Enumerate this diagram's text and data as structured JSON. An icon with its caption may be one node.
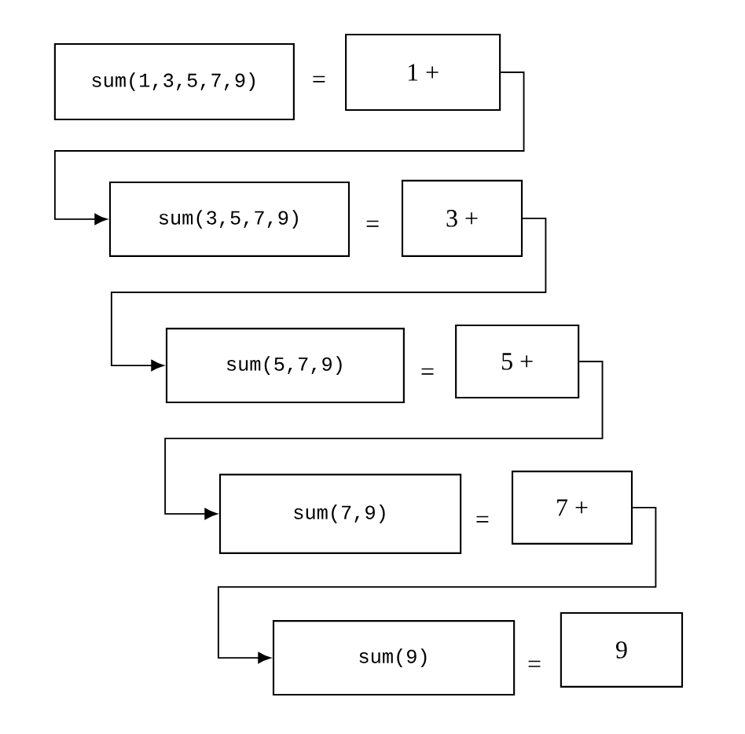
{
  "diagram": {
    "nodes": [
      {
        "text": [
          "sum(1,3,5,7,9)"
        ]
      },
      {
        "text": [
          "1 +"
        ]
      },
      {
        "text": [
          "sum(3,5,7,9)"
        ]
      },
      {
        "text": [
          "3 +"
        ]
      },
      {
        "text": [
          "sum(5,7,9)"
        ]
      },
      {
        "text": [
          "5 +"
        ]
      },
      {
        "text": [
          "sum(7,9)"
        ]
      },
      {
        "text": [
          "7 +"
        ]
      },
      {
        "text": [
          "sum(9)"
        ]
      },
      {
        "text": [
          "9"
        ]
      }
    ],
    "edges": [
      {
        "from": 1,
        "to": 2,
        "arrow": "to"
      },
      {
        "from": 3,
        "to": 4,
        "arrow": "to"
      },
      {
        "from": 5,
        "to": 6,
        "arrow": "to"
      },
      {
        "from": 7,
        "to": 8,
        "arrow": "to"
      }
    ],
    "labels": [
      "=",
      "=",
      "=",
      "=",
      "="
    ]
  }
}
